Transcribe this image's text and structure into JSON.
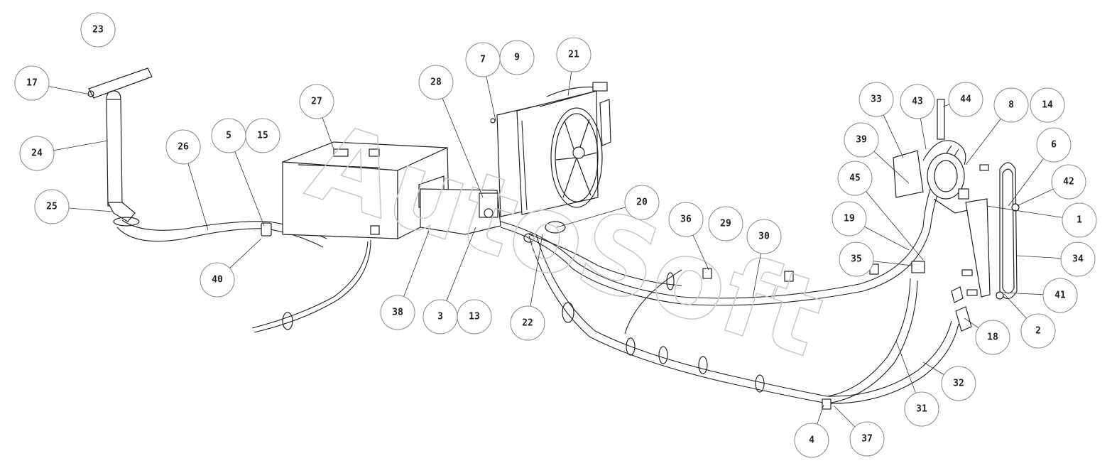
{
  "watermark": "AutoSoft",
  "callouts": [
    {
      "id": "c23",
      "label": "23"
    },
    {
      "id": "c17",
      "label": "17"
    },
    {
      "id": "c24",
      "label": "24"
    },
    {
      "id": "c25",
      "label": "25"
    },
    {
      "id": "c26",
      "label": "26"
    },
    {
      "id": "c5",
      "label": "5"
    },
    {
      "id": "c15",
      "label": "15"
    },
    {
      "id": "c27",
      "label": "27"
    },
    {
      "id": "c40",
      "label": "40"
    },
    {
      "id": "c38",
      "label": "38"
    },
    {
      "id": "c28",
      "label": "28"
    },
    {
      "id": "c7",
      "label": "7"
    },
    {
      "id": "c9",
      "label": "9"
    },
    {
      "id": "c21",
      "label": "21"
    },
    {
      "id": "c3",
      "label": "3"
    },
    {
      "id": "c13",
      "label": "13"
    },
    {
      "id": "c22",
      "label": "22"
    },
    {
      "id": "c20",
      "label": "20"
    },
    {
      "id": "c36",
      "label": "36"
    },
    {
      "id": "c29",
      "label": "29"
    },
    {
      "id": "c30",
      "label": "30"
    },
    {
      "id": "c33",
      "label": "33"
    },
    {
      "id": "c43",
      "label": "43"
    },
    {
      "id": "c44",
      "label": "44"
    },
    {
      "id": "c8",
      "label": "8"
    },
    {
      "id": "c14",
      "label": "14"
    },
    {
      "id": "c39",
      "label": "39"
    },
    {
      "id": "c45",
      "label": "45"
    },
    {
      "id": "c6",
      "label": "6"
    },
    {
      "id": "c42",
      "label": "42"
    },
    {
      "id": "c1",
      "label": "1"
    },
    {
      "id": "c19",
      "label": "19"
    },
    {
      "id": "c35",
      "label": "35"
    },
    {
      "id": "c34",
      "label": "34"
    },
    {
      "id": "c41",
      "label": "41"
    },
    {
      "id": "c2",
      "label": "2"
    },
    {
      "id": "c18",
      "label": "18"
    },
    {
      "id": "c32",
      "label": "32"
    },
    {
      "id": "c31",
      "label": "31"
    },
    {
      "id": "c4",
      "label": "4"
    },
    {
      "id": "c37",
      "label": "37"
    }
  ]
}
